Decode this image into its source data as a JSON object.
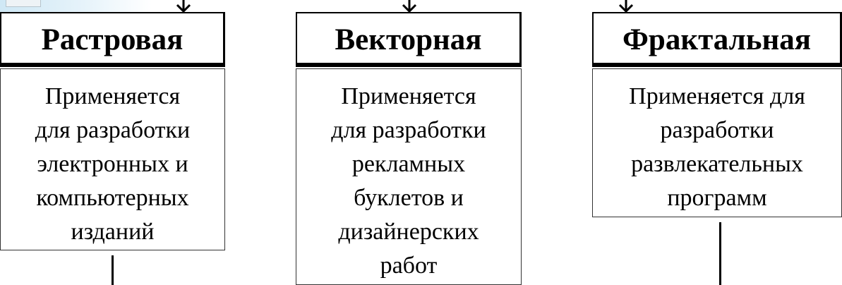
{
  "diagram": {
    "columns": [
      {
        "title": "Растровая",
        "description": [
          "Применяется",
          "для разработки",
          "электронных и",
          "компьютерных",
          "изданий"
        ]
      },
      {
        "title": "Векторная",
        "description": [
          "Применяется",
          "для разработки",
          "рекламных",
          "буклетов и",
          "дизайнерских",
          "работ"
        ]
      },
      {
        "title": "Фрактальная",
        "description": [
          "Применяется для",
          "разработки",
          "развлекательных",
          "программ"
        ]
      }
    ]
  }
}
